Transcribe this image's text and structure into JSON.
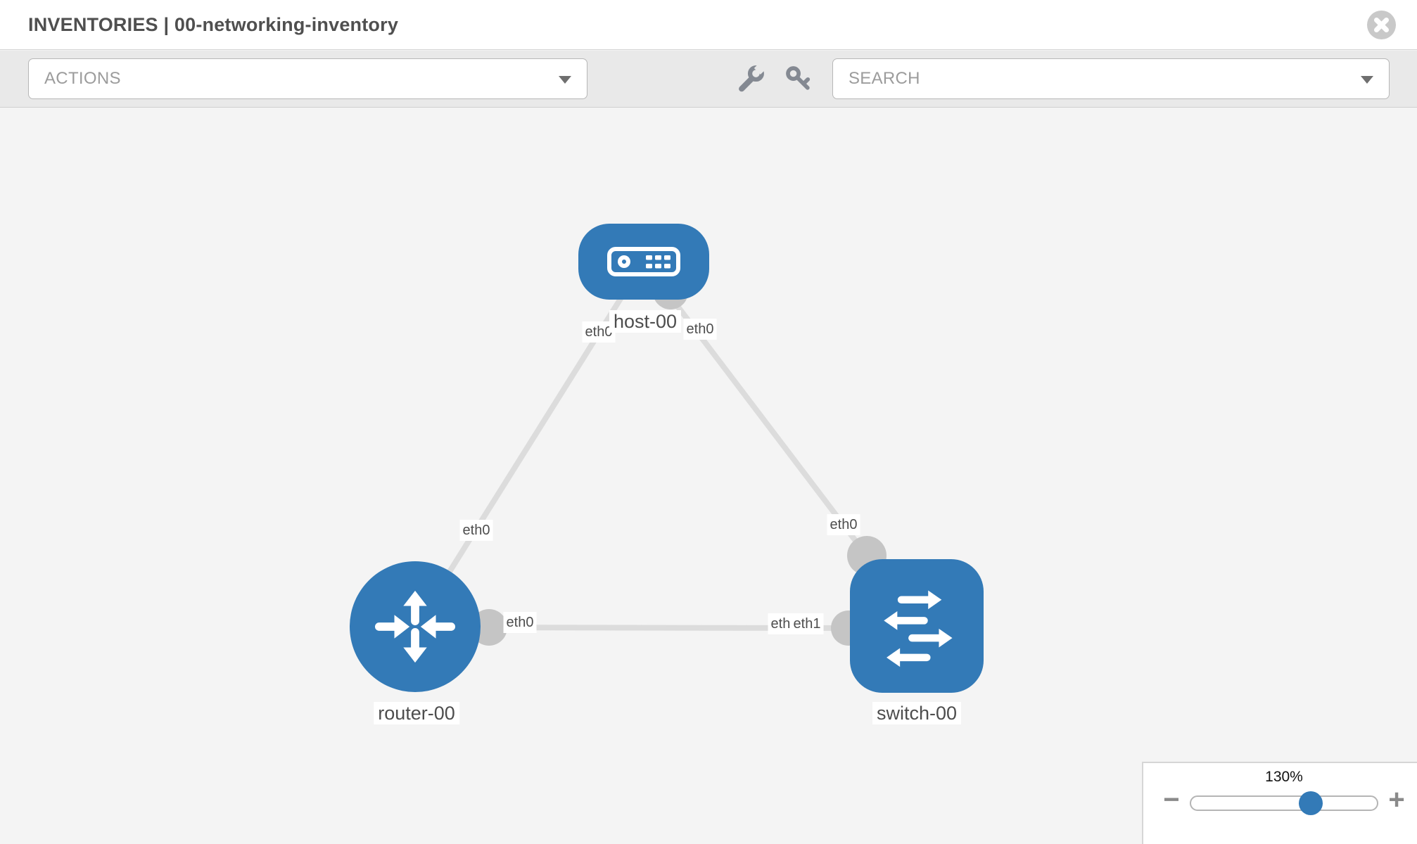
{
  "header": {
    "title": "INVENTORIES | 00-networking-inventory"
  },
  "toolbar": {
    "actions_label": "ACTIONS",
    "search_placeholder": "SEARCH"
  },
  "topology": {
    "nodes": [
      {
        "id": "host-00",
        "type": "host",
        "label": "host-00"
      },
      {
        "id": "router-00",
        "type": "router",
        "label": "router-00"
      },
      {
        "id": "switch-00",
        "type": "switch",
        "label": "switch-00"
      }
    ],
    "links": [
      {
        "from": "host-00",
        "to": "router-00",
        "from_interface": "eth0",
        "to_interface": "eth0"
      },
      {
        "from": "host-00",
        "to": "switch-00",
        "from_interface": "eth0",
        "to_interface": "eth0"
      },
      {
        "from": "router-00",
        "to": "switch-00",
        "from_interface": "eth0",
        "to_interface": "eth1"
      }
    ],
    "interface_labels": [
      "eth0",
      "eth0",
      "eth0",
      "eth0",
      "eth0",
      "eth0",
      "eth1"
    ],
    "colors": {
      "node_blue": "#337ab7",
      "link_gray": "#dcdcdc",
      "port_gray": "#c5c5c5",
      "canvas_bg": "#f4f4f4"
    }
  },
  "zoom": {
    "level": "130%",
    "minus_label": "−",
    "plus_label": "+"
  }
}
